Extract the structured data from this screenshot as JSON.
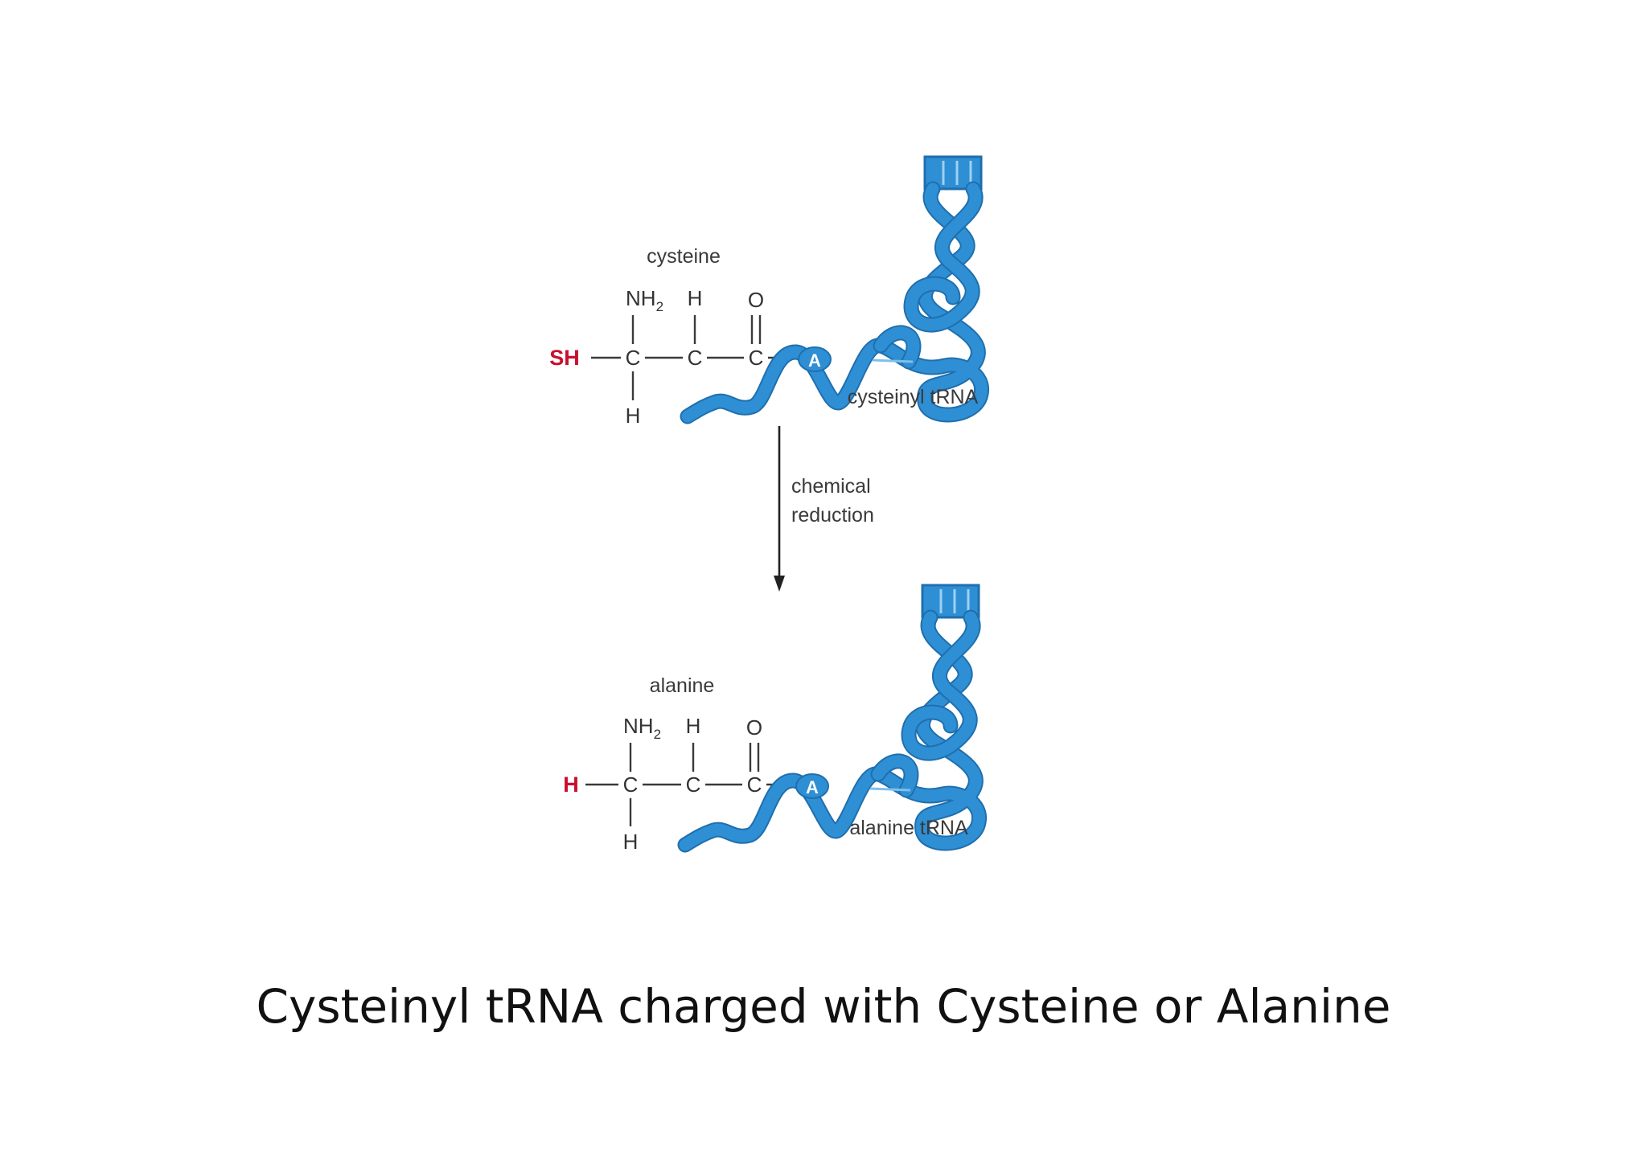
{
  "colors": {
    "rna_blue": "#2e8fd4",
    "red_group": "#c8102e",
    "text": "#333333"
  },
  "top": {
    "name_label": "cysteine",
    "r_group": "SH",
    "amine": "NH",
    "amine_sub": "2",
    "h_top": "H",
    "carbon": "C",
    "oxygen": "O",
    "h_bottom": "H",
    "adenosine": "A",
    "trna_label": "cysteinyl tRNA"
  },
  "arrow": {
    "line1": "chemical",
    "line2": "reduction"
  },
  "bottom": {
    "name_label": "alanine",
    "r_group": "H",
    "amine": "NH",
    "amine_sub": "2",
    "h_top": "H",
    "carbon": "C",
    "oxygen": "O",
    "h_bottom": "H",
    "adenosine": "A",
    "trna_label": "alanine tRNA"
  },
  "caption": "Cysteinyl tRNA charged with Cysteine or Alanine"
}
